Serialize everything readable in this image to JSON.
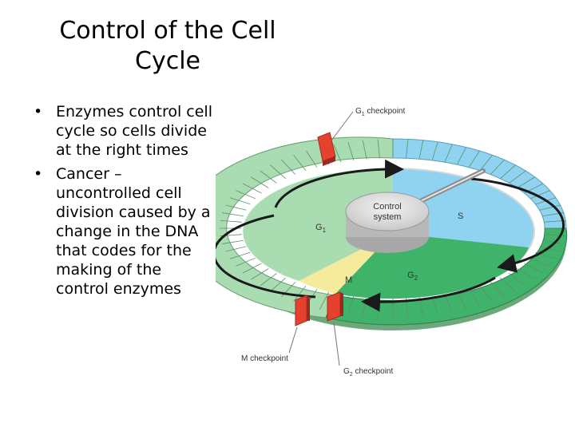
{
  "slide": {
    "title_line1": "Control of the Cell",
    "title_line2": "Cycle",
    "bullets": [
      "Enzymes control cell cycle so cells divide at the right times",
      "Cancer – uncontrolled cell division caused by a change in the DNA that codes for the making of the control enzymes"
    ]
  },
  "diagram": {
    "phases": {
      "g1": "G",
      "g1_sub": "1",
      "s": "S",
      "g2": "G",
      "g2_sub": "2",
      "m": "M"
    },
    "control_system_line1": "Control",
    "control_system_line2": "system",
    "checkpoints": {
      "g1": {
        "pre": "G",
        "sub": "1",
        "post": " checkpoint"
      },
      "m": {
        "pre": "M checkpoint"
      },
      "g2": {
        "pre": "G",
        "sub": "2",
        "post": " checkpoint"
      }
    },
    "colors": {
      "g1": "#a9dcb1",
      "s": "#8fd3f0",
      "g2": "#3fb36a",
      "m": "#f4ec9c",
      "checkpoint": "#e4412f"
    }
  }
}
